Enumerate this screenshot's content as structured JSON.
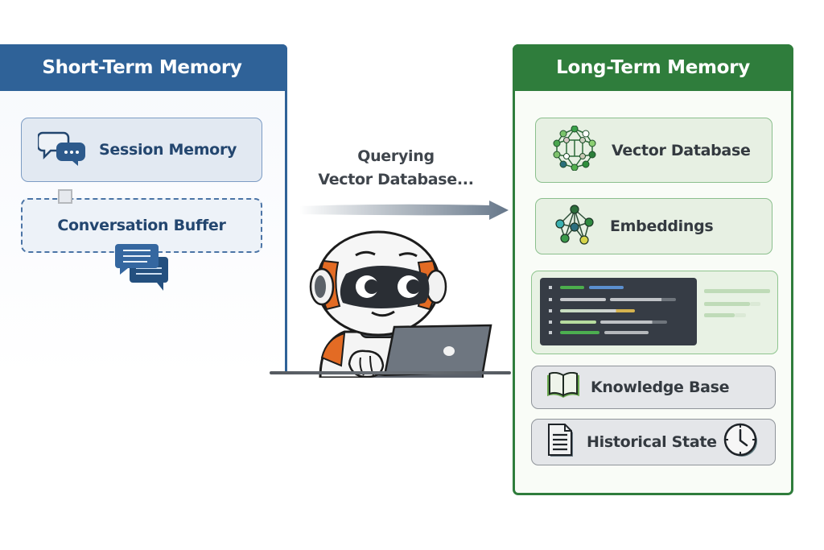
{
  "short_term": {
    "title": "Short-Term Memory",
    "accent": "#2f6298",
    "items": [
      {
        "label": "Session Memory",
        "icon": "chat-bubbles-icon"
      },
      {
        "label": "Conversation Buffer",
        "icon": "message-stack-icon",
        "style": "dashed"
      }
    ]
  },
  "center": {
    "status_line1": "Querying",
    "status_line2": "Vector Database...",
    "arrow_direction": "right",
    "character": "robot-with-laptop"
  },
  "long_term": {
    "title": "Long-Term Memory",
    "accent": "#2f7d3c",
    "items": [
      {
        "label": "Vector Database",
        "icon": "vector-graph-icon"
      },
      {
        "label": "Embeddings",
        "icon": "network-graph-icon"
      },
      {
        "label": "",
        "icon": "code-editor-preview"
      },
      {
        "label": "Knowledge Base",
        "icon": "open-book-icon"
      },
      {
        "label": "Historical State",
        "icon": "document-icon",
        "trailing_icon": "clock-icon"
      }
    ]
  }
}
